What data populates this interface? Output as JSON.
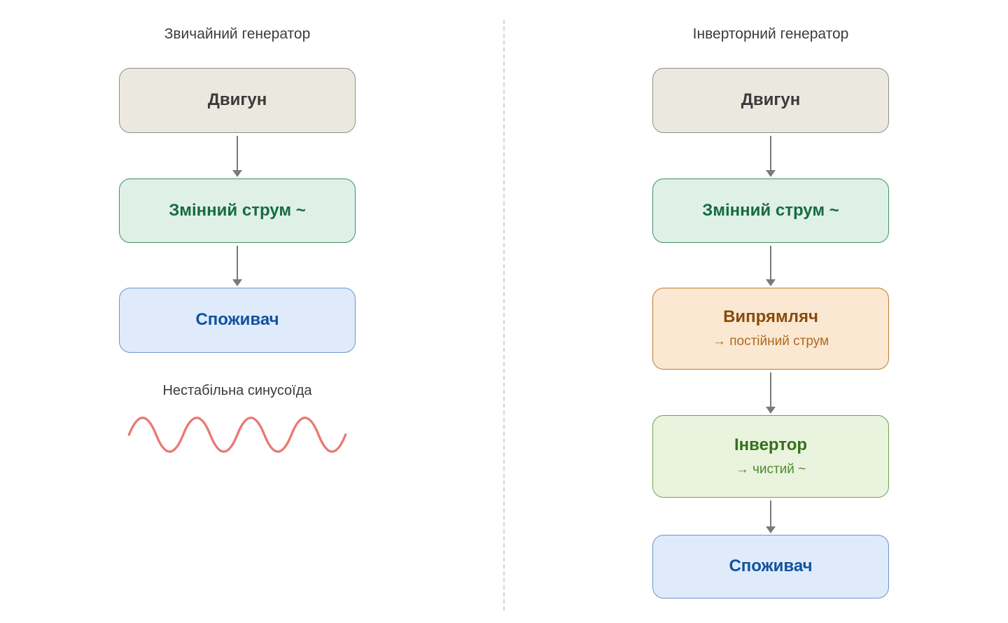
{
  "diagram": {
    "left": {
      "title": "Звичайний генератор",
      "engine_label": "Двигун",
      "ac_label": "Змінний струм ~",
      "consumer_label": "Споживач",
      "caption": "Нестабільна синусоїда"
    },
    "right": {
      "title": "Інверторний генератор",
      "engine_label": "Двигун",
      "ac_label": "Змінний струм ~",
      "rectifier_label": "Випрямляч",
      "rectifier_sub": "→ постійний струм",
      "inverter_label": "Інвертор",
      "inverter_sub": "→ чистий ~",
      "consumer_label": "Споживач"
    },
    "colors": {
      "engine_box_bg": "#ebe8df",
      "engine_box_border": "#90908a",
      "engine_text": "#3a3a3a",
      "ac_box_bg": "#dff0e7",
      "ac_box_border": "#3f9068",
      "ac_text": "#176b43",
      "consumer_box_bg": "#dfeafb",
      "consumer_box_border": "#6b96c9",
      "consumer_text": "#11529e",
      "rectifier_box_bg": "#fae8d2",
      "rectifier_box_border": "#bd7c33",
      "rectifier_text": "#8a4b0a",
      "rectifier_sub_text": "#b06a1f",
      "inverter_box_bg": "#e9f3de",
      "inverter_box_border": "#74a14c",
      "inverter_text": "#35701d",
      "inverter_sub_text": "#4d8b2a",
      "arrow": "#7a7a7a",
      "divider": "#d4d4d4",
      "title_text": "#3b3b3b",
      "sine_wave": "#e87a74"
    }
  }
}
